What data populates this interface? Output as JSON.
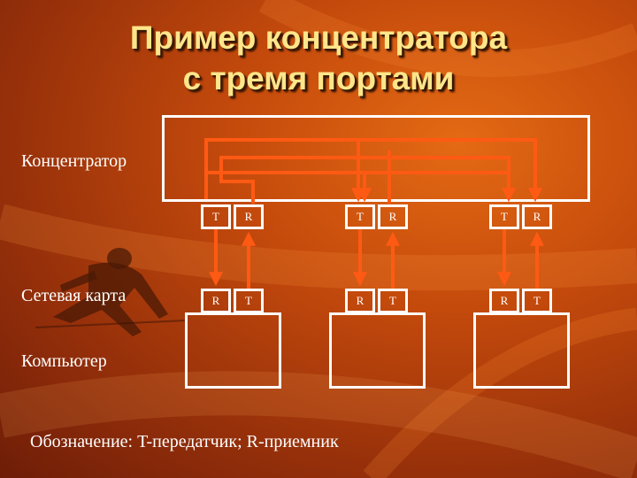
{
  "title": {
    "line1": "Пример концентратора",
    "line2": "с тремя портами"
  },
  "labels": {
    "hub": "Концентратор",
    "nic": "Сетевая карта",
    "computer": "Компьютер"
  },
  "legend": "Обозначение: T-передатчик; R-приемник",
  "ports": {
    "hub_row": [
      "T",
      "R",
      "T",
      "R",
      "T",
      "R"
    ],
    "nic_row": [
      "R",
      "T",
      "R",
      "T",
      "R",
      "T"
    ]
  },
  "colors": {
    "wire": "#ff5a14",
    "outline": "#ffffff",
    "title": "#ffe68a"
  }
}
